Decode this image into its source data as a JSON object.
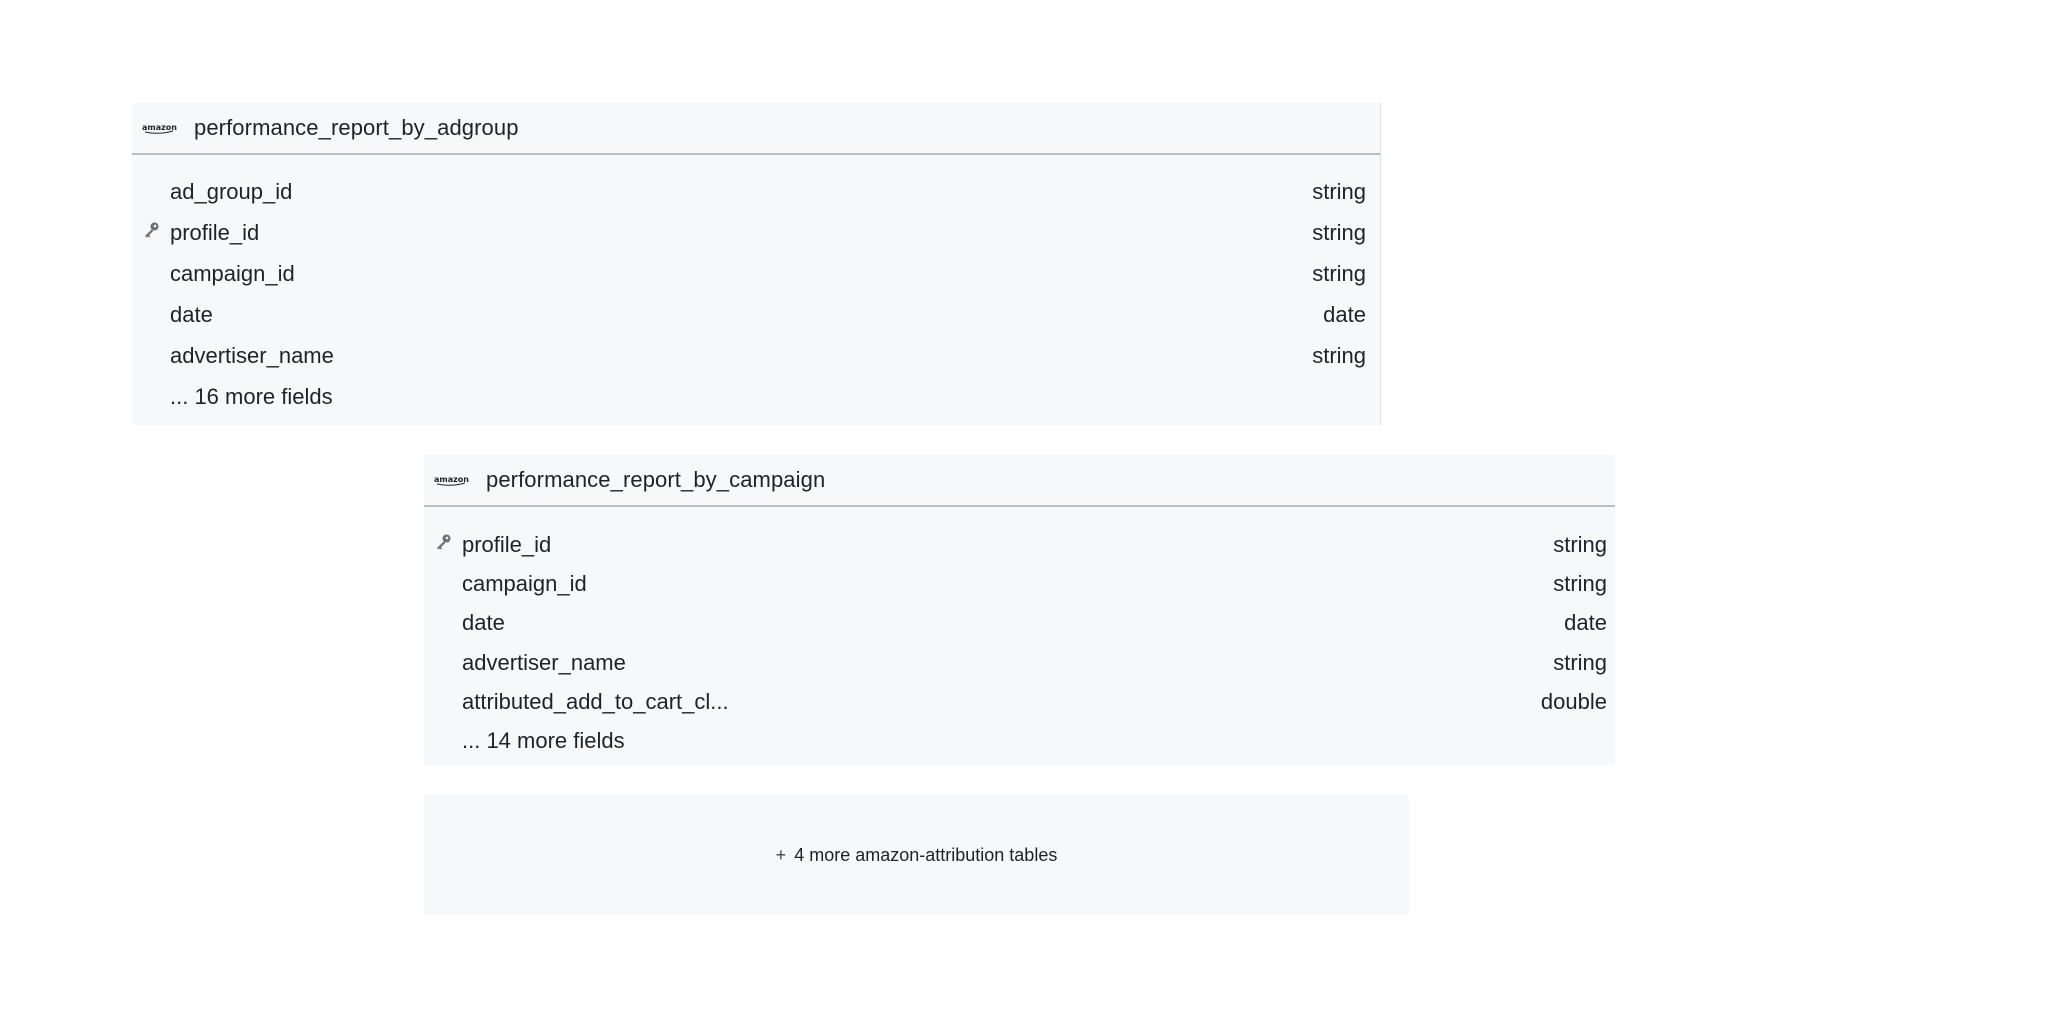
{
  "tables": [
    {
      "title": "performance_report_by_adgroup",
      "logo_icon": "amazon-logo-icon",
      "fields": [
        {
          "name": "ad_group_id",
          "type": "string",
          "key": false
        },
        {
          "name": "profile_id",
          "type": "string",
          "key": true
        },
        {
          "name": "campaign_id",
          "type": "string",
          "key": false
        },
        {
          "name": "date",
          "type": "date",
          "key": false
        },
        {
          "name": "advertiser_name",
          "type": "string",
          "key": false
        }
      ],
      "more_fields": "... 16 more fields"
    },
    {
      "title": "performance_report_by_campaign",
      "logo_icon": "amazon-logo-icon",
      "fields": [
        {
          "name": "profile_id",
          "type": "string",
          "key": true
        },
        {
          "name": "campaign_id",
          "type": "string",
          "key": false
        },
        {
          "name": "date",
          "type": "date",
          "key": false
        },
        {
          "name": "advertiser_name",
          "type": "string",
          "key": false
        },
        {
          "name": "attributed_add_to_cart_cl...",
          "type": "double",
          "key": false
        }
      ],
      "more_fields": "... 14 more fields"
    }
  ],
  "more_tables": {
    "icon": "plus-icon",
    "label": "4 more amazon-attribution tables"
  }
}
